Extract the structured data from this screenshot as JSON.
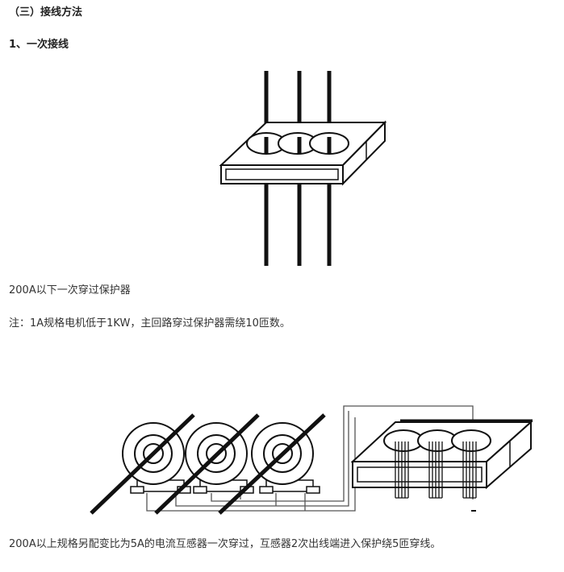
{
  "document": {
    "section_heading": "（三）接线方法",
    "subheading": "1、一次接线",
    "caption_1": "200A以下一次穿过保护器",
    "note": "注：1A规格电机低于1KW，主回路穿过保护器需绕10匝数。",
    "caption_2": "200A以上规格另配变比为5A的电流互感器一次穿过，互感器2次出线端进入保护绕5匝穿线。"
  }
}
